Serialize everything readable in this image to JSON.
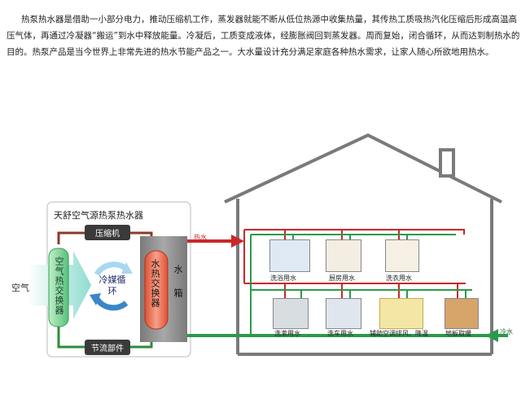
{
  "intro_text": "热泵热水器是借助一小部分电力，推动压缩机工作，蒸发器就能不断从低位热源中收集热量，其传热工质吸热汽化压缩后形成高温高压气体，再通过冷凝器“搬运”到水中释放能量。冷凝后，工质变成液体，经膨胀阀回到蒸发器。周而复始，闭合循环，从而达到制热水的目的。热泵产品是当今世界上非常先进的热水节能产品之一。大水量设计充分满足家庭各种热水需求，让家人随心所欲地用热水。",
  "unit": {
    "title": "天舒空气源热泵热水器",
    "compressor": "压缩机",
    "throttle": "节流部件",
    "air_exchanger": "空气热交换器",
    "refrigerant_cycle": "冷媒循环",
    "water_exchanger": "水热交换器",
    "tank": "水箱"
  },
  "air_label": "空气",
  "hot_water_label": "热水",
  "cold_water_label": "冷水",
  "rooms": [
    {
      "label": "洗浴用水"
    },
    {
      "label": "厨房用水"
    },
    {
      "label": "洗衣用水"
    },
    {
      "label": "洗漱用水"
    },
    {
      "label": "洗车用水"
    },
    {
      "label": "辅助空调排风、降温"
    },
    {
      "label": "地板取暖"
    }
  ],
  "colors": {
    "hot_pipe": "#c8282a",
    "cold_pipe": "#2a9a4a",
    "refrigerant_hot": "#8b3a2a",
    "refrigerant_cold": "#2e8b3a",
    "air_arrow": "#9fe0d8",
    "tank_gray": "#8a8a8a",
    "house_outline": "#7a7a7a"
  }
}
